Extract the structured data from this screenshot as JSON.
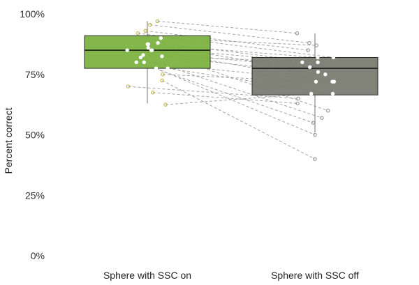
{
  "chart_data": {
    "type": "box",
    "title": "",
    "ylabel": "Percent correct",
    "xlabel": "",
    "ylim": [
      0,
      100
    ],
    "yticks": [
      0,
      25,
      50,
      75,
      100
    ],
    "ytick_labels": [
      "0%",
      "25%",
      "50%",
      "75%",
      "100%"
    ],
    "grid": false,
    "categories": [
      "Sphere with SSC on",
      "Sphere with SSC off"
    ],
    "colors": {
      "on_box": "#7cb342",
      "off_box": "#7a7c72",
      "median": "#1a1a1a",
      "whisker": "#888888",
      "pair_line": "#9a9a9a",
      "on_point": "#b5b13a",
      "off_point": "#8c8c8c"
    },
    "boxes": [
      {
        "category": "Sphere with SSC on",
        "whisker_low": 63,
        "q1": 77.5,
        "median": 85,
        "q3": 91,
        "whisker_high": 97
      },
      {
        "category": "Sphere with SSC off",
        "whisker_low": 51,
        "q1": 66.5,
        "median": 77.5,
        "q3": 82,
        "whisker_high": 92
      }
    ],
    "pairs": [
      {
        "on": 97,
        "off": 92
      },
      {
        "on": 95.5,
        "off": 88
      },
      {
        "on": 93,
        "off": 85
      },
      {
        "on": 92,
        "off": 82
      },
      {
        "on": 90,
        "off": 87
      },
      {
        "on": 88,
        "off": 80
      },
      {
        "on": 87.5,
        "off": 82
      },
      {
        "on": 87.5,
        "off": 76
      },
      {
        "on": 86,
        "off": 80
      },
      {
        "on": 85,
        "off": 78
      },
      {
        "on": 85,
        "off": 72
      },
      {
        "on": 85,
        "off": 60
      },
      {
        "on": 83,
        "off": 80
      },
      {
        "on": 82.5,
        "off": 75
      },
      {
        "on": 82,
        "off": 57
      },
      {
        "on": 80,
        "off": 72
      },
      {
        "on": 80,
        "off": 55
      },
      {
        "on": 77.5,
        "off": 67
      },
      {
        "on": 77.5,
        "off": 50
      },
      {
        "on": 75,
        "off": 72
      },
      {
        "on": 72.5,
        "off": 40
      },
      {
        "on": 70,
        "off": 65
      },
      {
        "on": 67.5,
        "off": 63
      },
      {
        "on": 62.5,
        "off": 67
      }
    ]
  }
}
